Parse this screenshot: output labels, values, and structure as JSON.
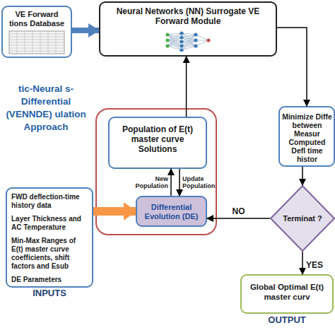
{
  "diagram": {
    "nodes": [
      {
        "text": [
          "VE Forward tions Database"
        ]
      },
      {
        "text": [
          "Neural Networks (NN) Surrogate VE Forward Module"
        ]
      },
      {
        "text": []
      },
      {
        "text": [
          "Population of E(t) master curve Solutions"
        ],
        "in": 2
      },
      {
        "text": [
          "Differential Evolution (DE)"
        ],
        "in": 2
      },
      {
        "text": [
          "Minimize Diffe between Measur Computed Defl time histor"
        ]
      },
      {
        "text": [
          "Terminat ?"
        ]
      },
      {
        "text": [
          "FWD deflection-time history data",
          "Layer Thickness and AC Temperature",
          "Min-Max Ranges of E(t) master curve coefficients, shift factors and Esub",
          "DE Parameters",
          "INPUTS"
        ]
      },
      {
        "text": [
          "Global Optimal E(t) master curv",
          "OUTPUT"
        ]
      }
    ],
    "edges": [
      {
        "from": 0,
        "to": 1,
        "arrow": "to"
      },
      {
        "from": 3,
        "to": 1,
        "arrow": "to"
      },
      {
        "from": 1,
        "to": 5,
        "arrow": "to"
      },
      {
        "from": 5,
        "to": 6,
        "arrow": "to"
      },
      {
        "from": 6,
        "to": 4,
        "arrow": "to",
        "label": "NO"
      },
      {
        "from": 6,
        "to": 8,
        "arrow": "to",
        "label": "YES"
      },
      {
        "from": 7,
        "to": 4,
        "arrow": "to"
      },
      {
        "from": 4,
        "to": 3,
        "arrow": "to",
        "label": "New Population"
      },
      {
        "from": 3,
        "to": 4,
        "arrow": "to",
        "label": "Update Population"
      }
    ],
    "labels": [
      "tic-Neural s-Differential (VENNDE) ulation Approach"
    ]
  }
}
